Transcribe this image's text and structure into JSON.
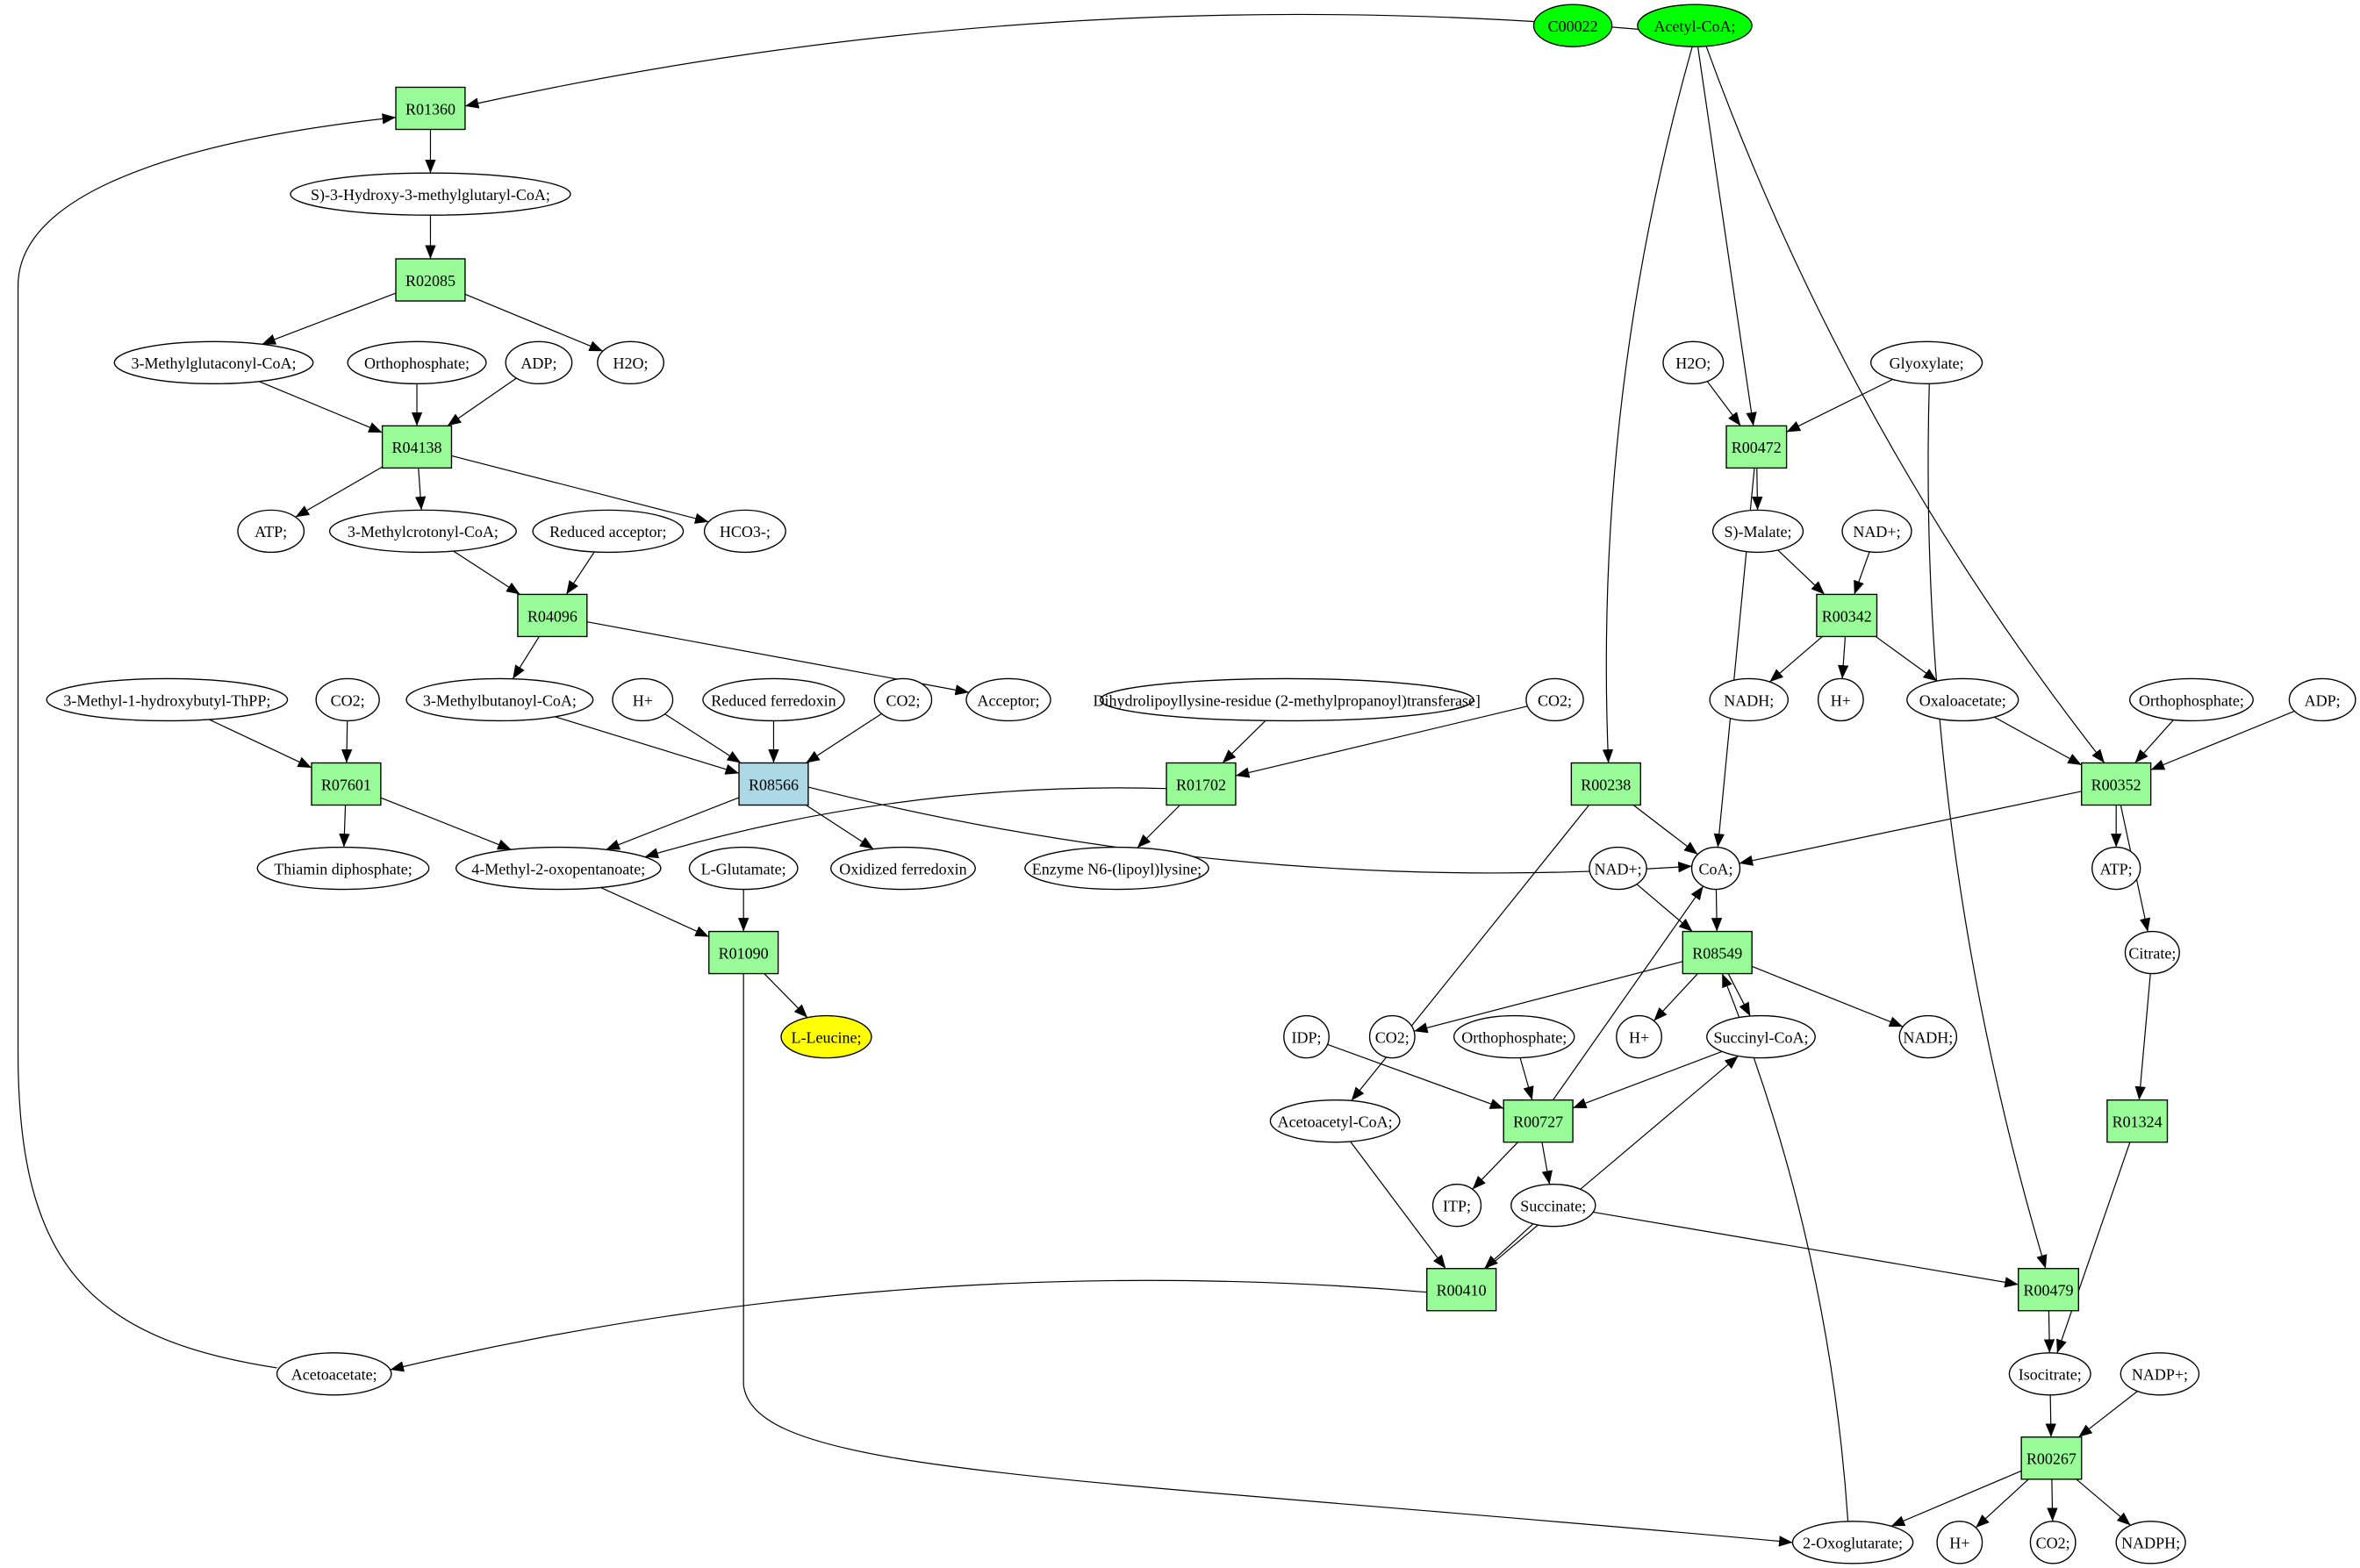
{
  "title": "L-Leucine pathway graph",
  "colors": {
    "reaction": "#98fb98",
    "reaction_highlight": "#add8e6",
    "compound": "#ffffff",
    "source": "#00ff00",
    "target": "#ffff00"
  },
  "nodes": [
    {
      "id": "c00022",
      "label": "C00022",
      "kind": "compound",
      "fill": "source"
    },
    {
      "id": "acetylcoa",
      "label": "Acetyl-CoA;",
      "kind": "compound",
      "fill": "source"
    },
    {
      "id": "r01360",
      "label": "R01360",
      "kind": "reaction"
    },
    {
      "id": "hmgcoa",
      "label": "S)-3-Hydroxy-3-methylglutaryl-CoA;",
      "kind": "compound"
    },
    {
      "id": "r02085",
      "label": "R02085",
      "kind": "reaction"
    },
    {
      "id": "mglutcoa",
      "label": "3-Methylglutaconyl-CoA;",
      "kind": "compound"
    },
    {
      "id": "pi1",
      "label": "Orthophosphate;",
      "kind": "compound"
    },
    {
      "id": "adp1",
      "label": "ADP;",
      "kind": "compound"
    },
    {
      "id": "h2o1",
      "label": "H2O;",
      "kind": "compound"
    },
    {
      "id": "r04138",
      "label": "R04138",
      "kind": "reaction"
    },
    {
      "id": "atp1",
      "label": "ATP;",
      "kind": "compound"
    },
    {
      "id": "mcrotcoa",
      "label": "3-Methylcrotonyl-CoA;",
      "kind": "compound"
    },
    {
      "id": "redacc",
      "label": "Reduced acceptor;",
      "kind": "compound"
    },
    {
      "id": "hco3",
      "label": "HCO3-;",
      "kind": "compound"
    },
    {
      "id": "r04096",
      "label": "R04096",
      "kind": "reaction"
    },
    {
      "id": "acceptor",
      "label": "Acceptor;",
      "kind": "compound"
    },
    {
      "id": "mhbthpp",
      "label": "3-Methyl-1-hydroxybutyl-ThPP;",
      "kind": "compound"
    },
    {
      "id": "co2a",
      "label": "CO2;",
      "kind": "compound"
    },
    {
      "id": "mbutcoa",
      "label": "3-Methylbutanoyl-CoA;",
      "kind": "compound"
    },
    {
      "id": "hplus1",
      "label": "H+",
      "kind": "compound"
    },
    {
      "id": "redfd",
      "label": "Reduced ferredoxin",
      "kind": "compound"
    },
    {
      "id": "co2b",
      "label": "CO2;",
      "kind": "compound"
    },
    {
      "id": "dihydro",
      "label": "Dihydrolipoyllysine-residue (2-methylpropanoyl)transferase]",
      "kind": "compound"
    },
    {
      "id": "co2c",
      "label": "CO2;",
      "kind": "compound"
    },
    {
      "id": "r07601",
      "label": "R07601",
      "kind": "reaction"
    },
    {
      "id": "r08566",
      "label": "R08566",
      "kind": "reaction",
      "fill": "reaction_highlight"
    },
    {
      "id": "r01702",
      "label": "R01702",
      "kind": "reaction"
    },
    {
      "id": "r00238",
      "label": "R00238",
      "kind": "reaction"
    },
    {
      "id": "r00352",
      "label": "R00352",
      "kind": "reaction"
    },
    {
      "id": "thpp",
      "label": "Thiamin diphosphate;",
      "kind": "compound"
    },
    {
      "id": "mop",
      "label": "4-Methyl-2-oxopentanoate;",
      "kind": "compound"
    },
    {
      "id": "lglu",
      "label": "L-Glutamate;",
      "kind": "compound"
    },
    {
      "id": "oxfd",
      "label": "Oxidized ferredoxin",
      "kind": "compound"
    },
    {
      "id": "enzn6",
      "label": "Enzyme N6-(lipoyl)lysine;",
      "kind": "compound"
    },
    {
      "id": "nad1",
      "label": "NAD+;",
      "kind": "compound"
    },
    {
      "id": "coa",
      "label": "CoA;",
      "kind": "compound"
    },
    {
      "id": "atp2",
      "label": "ATP;",
      "kind": "compound"
    },
    {
      "id": "r01090",
      "label": "R01090",
      "kind": "reaction"
    },
    {
      "id": "lleu",
      "label": "L-Leucine;",
      "kind": "compound",
      "fill": "target"
    },
    {
      "id": "r08549",
      "label": "R08549",
      "kind": "reaction"
    },
    {
      "id": "citrate",
      "label": "Citrate;",
      "kind": "compound"
    },
    {
      "id": "idp",
      "label": "IDP;",
      "kind": "compound"
    },
    {
      "id": "co2d",
      "label": "CO2;",
      "kind": "compound"
    },
    {
      "id": "pi2",
      "label": "Orthophosphate;",
      "kind": "compound"
    },
    {
      "id": "hplus2",
      "label": "H+",
      "kind": "compound"
    },
    {
      "id": "succoa",
      "label": "Succinyl-CoA;",
      "kind": "compound"
    },
    {
      "id": "nadh1",
      "label": "NADH;",
      "kind": "compound"
    },
    {
      "id": "aacoa",
      "label": "Acetoacetyl-CoA;",
      "kind": "compound"
    },
    {
      "id": "r00727",
      "label": "R00727",
      "kind": "reaction"
    },
    {
      "id": "r01324",
      "label": "R01324",
      "kind": "reaction"
    },
    {
      "id": "itp",
      "label": "ITP;",
      "kind": "compound"
    },
    {
      "id": "succ",
      "label": "Succinate;",
      "kind": "compound"
    },
    {
      "id": "r00410",
      "label": "R00410",
      "kind": "reaction"
    },
    {
      "id": "r00479",
      "label": "R00479",
      "kind": "reaction"
    },
    {
      "id": "acac",
      "label": "Acetoacetate;",
      "kind": "compound"
    },
    {
      "id": "isocit",
      "label": "Isocitrate;",
      "kind": "compound"
    },
    {
      "id": "nadp",
      "label": "NADP+;",
      "kind": "compound"
    },
    {
      "id": "r00267",
      "label": "R00267",
      "kind": "reaction"
    },
    {
      "id": "oxoglu",
      "label": "2-Oxoglutarate;",
      "kind": "compound"
    },
    {
      "id": "hplus3",
      "label": "H+",
      "kind": "compound"
    },
    {
      "id": "co2e",
      "label": "CO2;",
      "kind": "compound"
    },
    {
      "id": "nadph",
      "label": "NADPH;",
      "kind": "compound"
    },
    {
      "id": "h2o2",
      "label": "H2O;",
      "kind": "compound"
    },
    {
      "id": "glyox",
      "label": "Glyoxylate;",
      "kind": "compound"
    },
    {
      "id": "r00472",
      "label": "R00472",
      "kind": "reaction"
    },
    {
      "id": "smal",
      "label": "S)-Malate;",
      "kind": "compound"
    },
    {
      "id": "nad2",
      "label": "NAD+;",
      "kind": "compound"
    },
    {
      "id": "r00342",
      "label": "R00342",
      "kind": "reaction"
    },
    {
      "id": "nadh2",
      "label": "NADH;",
      "kind": "compound"
    },
    {
      "id": "hplus4",
      "label": "H+",
      "kind": "compound"
    },
    {
      "id": "oaa",
      "label": "Oxaloacetate;",
      "kind": "compound"
    },
    {
      "id": "pi3",
      "label": "Orthophosphate;",
      "kind": "compound"
    },
    {
      "id": "adp2",
      "label": "ADP;",
      "kind": "compound"
    }
  ],
  "edges": [
    [
      "acetylcoa",
      "r01360"
    ],
    [
      "acac",
      "r01360"
    ],
    [
      "r01360",
      "hmgcoa"
    ],
    [
      "hmgcoa",
      "r02085"
    ],
    [
      "r02085",
      "mglutcoa"
    ],
    [
      "r02085",
      "h2o1"
    ],
    [
      "mglutcoa",
      "r04138"
    ],
    [
      "pi1",
      "r04138"
    ],
    [
      "adp1",
      "r04138"
    ],
    [
      "r04138",
      "atp1"
    ],
    [
      "r04138",
      "mcrotcoa"
    ],
    [
      "r04138",
      "hco3"
    ],
    [
      "mcrotcoa",
      "r04096"
    ],
    [
      "redacc",
      "r04096"
    ],
    [
      "r04096",
      "mbutcoa"
    ],
    [
      "r04096",
      "acceptor"
    ],
    [
      "mhbthpp",
      "r07601"
    ],
    [
      "co2a",
      "r07601"
    ],
    [
      "r07601",
      "thpp"
    ],
    [
      "r07601",
      "mop"
    ],
    [
      "mbutcoa",
      "r08566"
    ],
    [
      "hplus1",
      "r08566"
    ],
    [
      "redfd",
      "r08566"
    ],
    [
      "co2b",
      "r08566"
    ],
    [
      "r08566",
      "mop"
    ],
    [
      "r08566",
      "oxfd"
    ],
    [
      "r08566",
      "coa"
    ],
    [
      "dihydro",
      "r01702"
    ],
    [
      "co2c",
      "r01702"
    ],
    [
      "r01702",
      "mop"
    ],
    [
      "r01702",
      "enzn6"
    ],
    [
      "mop",
      "r01090"
    ],
    [
      "lglu",
      "r01090"
    ],
    [
      "r01090",
      "lleu"
    ],
    [
      "r01090",
      "oxoglu"
    ],
    [
      "acetylcoa",
      "r00238"
    ],
    [
      "r00238",
      "coa"
    ],
    [
      "r00238",
      "aacoa"
    ],
    [
      "acetylcoa",
      "r00472"
    ],
    [
      "h2o2",
      "r00472"
    ],
    [
      "glyox",
      "r00472"
    ],
    [
      "r00472",
      "smal"
    ],
    [
      "r00472",
      "coa"
    ],
    [
      "smal",
      "r00342"
    ],
    [
      "nad2",
      "r00342"
    ],
    [
      "r00342",
      "nadh2"
    ],
    [
      "r00342",
      "hplus4"
    ],
    [
      "r00342",
      "oaa"
    ],
    [
      "acetylcoa",
      "r00352"
    ],
    [
      "oaa",
      "r00352"
    ],
    [
      "pi3",
      "r00352"
    ],
    [
      "adp2",
      "r00352"
    ],
    [
      "r00352",
      "coa"
    ],
    [
      "r00352",
      "atp2"
    ],
    [
      "r00352",
      "citrate"
    ],
    [
      "citrate",
      "r01324"
    ],
    [
      "r01324",
      "isocit"
    ],
    [
      "glyox",
      "r00479"
    ],
    [
      "succ",
      "r00479"
    ],
    [
      "r00479",
      "isocit"
    ],
    [
      "isocit",
      "r00267"
    ],
    [
      "nadp",
      "r00267"
    ],
    [
      "r00267",
      "oxoglu"
    ],
    [
      "r00267",
      "hplus3"
    ],
    [
      "r00267",
      "co2e"
    ],
    [
      "r00267",
      "nadph"
    ],
    [
      "coa",
      "r08549"
    ],
    [
      "nad1",
      "r08549"
    ],
    [
      "oxoglu",
      "r08549"
    ],
    [
      "r08549",
      "co2d"
    ],
    [
      "r08549",
      "hplus2"
    ],
    [
      "r08549",
      "succoa"
    ],
    [
      "r08549",
      "nadh1"
    ],
    [
      "idp",
      "r00727"
    ],
    [
      "pi2",
      "r00727"
    ],
    [
      "succoa",
      "r00727"
    ],
    [
      "r00727",
      "coa"
    ],
    [
      "r00727",
      "itp"
    ],
    [
      "r00727",
      "succ"
    ],
    [
      "aacoa",
      "r00410"
    ],
    [
      "succ",
      "r00410"
    ],
    [
      "r00410",
      "acac"
    ],
    [
      "r00410",
      "succoa"
    ]
  ]
}
